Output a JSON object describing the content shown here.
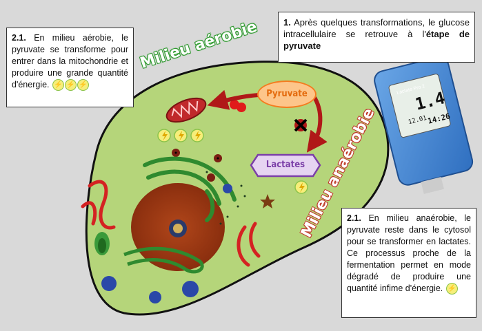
{
  "box_aerobic": {
    "number": "2.1.",
    "text": "En milieu aérobie, le pyruvate se transforme pour entrer dans la mitochondrie et produire une grande quantité d'énergie."
  },
  "box_intro": {
    "number": "1.",
    "text": "Après quelques transformations, le glucose intracellulaire se retrouve à l'",
    "bold": "étape de pyruvate"
  },
  "box_anaerobic": {
    "number": "2.1.",
    "text": "En milieu anaérobie, le pyruvate reste dans le cytosol pour se transformer en lactates. Ce processus proche de la fermentation permet en mode dégradé de produire une quantité infime d'énergie."
  },
  "labels": {
    "aerobic": "Milieu aérobie",
    "anaerobic": "Milieu anaérobie",
    "pyruvate": "Pyruvate",
    "lactates": "Lactates"
  },
  "device": {
    "brand": "Lactate Pro 2",
    "value": "1.4",
    "date": "12.01",
    "time": "14:26"
  },
  "icons": {
    "energy": "lightning-bolt-icon",
    "blocked": "cross-icon"
  },
  "colors": {
    "cell": "#b5d57a",
    "aerobic": "#38a838",
    "anaerobic": "#c0392b",
    "pyruvate": "#f47c20",
    "lactates": "#7b3fa8"
  }
}
